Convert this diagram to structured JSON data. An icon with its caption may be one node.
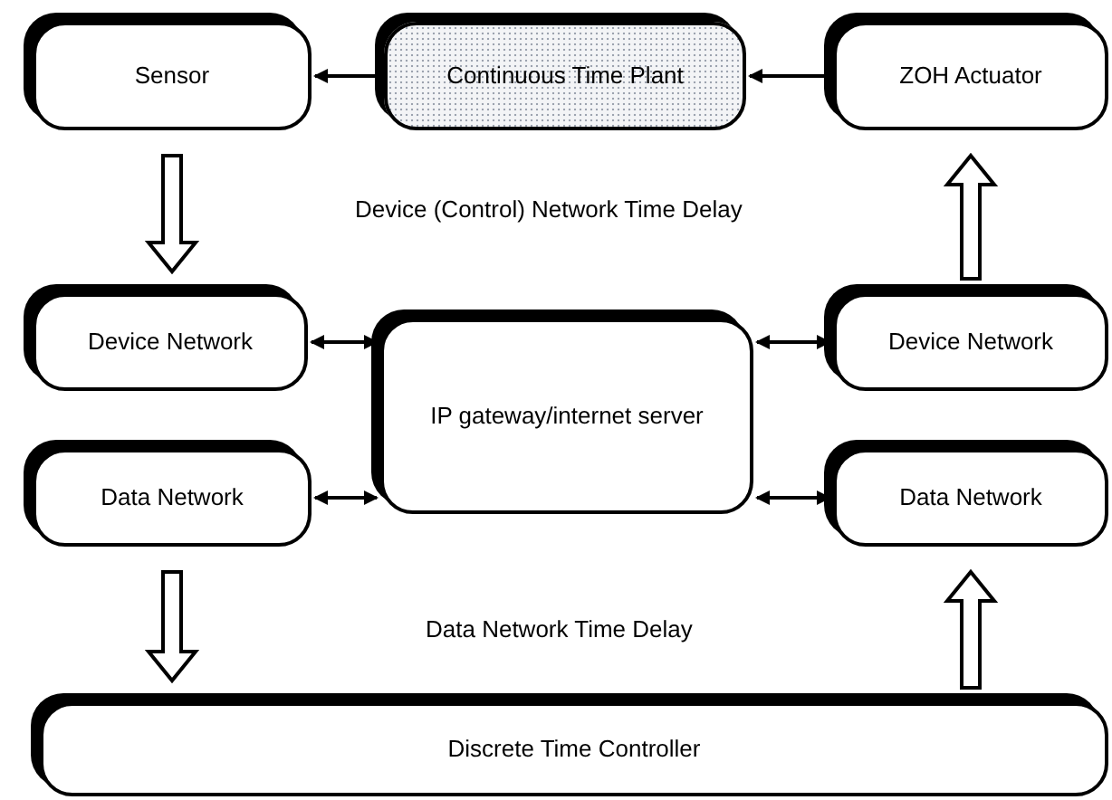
{
  "diagram": {
    "nodes": [
      {
        "text": [
          "Sensor"
        ]
      },
      {
        "text": [
          "Continuous Time Plant"
        ]
      },
      {
        "text": [
          "ZOH Actuator"
        ]
      },
      {
        "text": [
          "Device Network"
        ]
      },
      {
        "text": [
          "Data Network"
        ]
      },
      {
        "text": [
          "IP gateway/internet server"
        ]
      },
      {
        "text": [
          "Device Network"
        ]
      },
      {
        "text": [
          "Data Network"
        ]
      },
      {
        "text": [
          "Discrete Time Controller"
        ]
      }
    ],
    "edges": [
      {
        "from": 1,
        "to": 0,
        "arrow": "to"
      },
      {
        "from": 2,
        "to": 1,
        "arrow": "to"
      },
      {
        "from": 0,
        "to": 3,
        "arrow": "to",
        "style": "thick"
      },
      {
        "from": 3,
        "to": 5,
        "arrow": "both"
      },
      {
        "from": 4,
        "to": 5,
        "arrow": "both"
      },
      {
        "from": 5,
        "to": 6,
        "arrow": "both"
      },
      {
        "from": 5,
        "to": 7,
        "arrow": "both"
      },
      {
        "from": 6,
        "to": 2,
        "arrow": "to",
        "style": "thick"
      },
      {
        "from": 4,
        "to": 8,
        "arrow": "to",
        "style": "thick"
      },
      {
        "from": 8,
        "to": 7,
        "arrow": "to",
        "style": "thick"
      }
    ],
    "labels": [
      "Device (Control) Network Time Delay",
      "Data Network Time Delay"
    ]
  }
}
